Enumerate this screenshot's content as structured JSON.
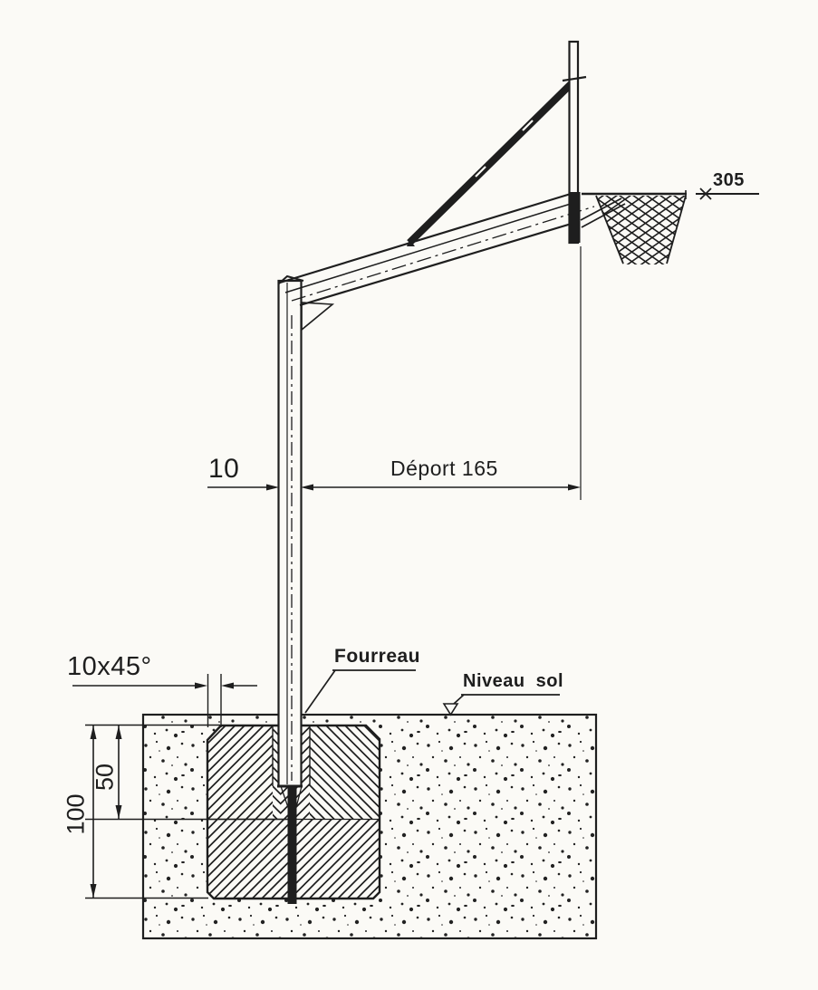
{
  "colors": {
    "ink": "#1e1e1e",
    "paper": "#fbfaf6"
  },
  "annotations": {
    "pole_width": "10",
    "offset": "Déport 165",
    "rim_height": "305",
    "chamfer": "10x45°",
    "sleeve": "Fourreau",
    "ground_level": "Niveau sol",
    "foundation_depth": "100",
    "sleeve_depth": "50"
  }
}
